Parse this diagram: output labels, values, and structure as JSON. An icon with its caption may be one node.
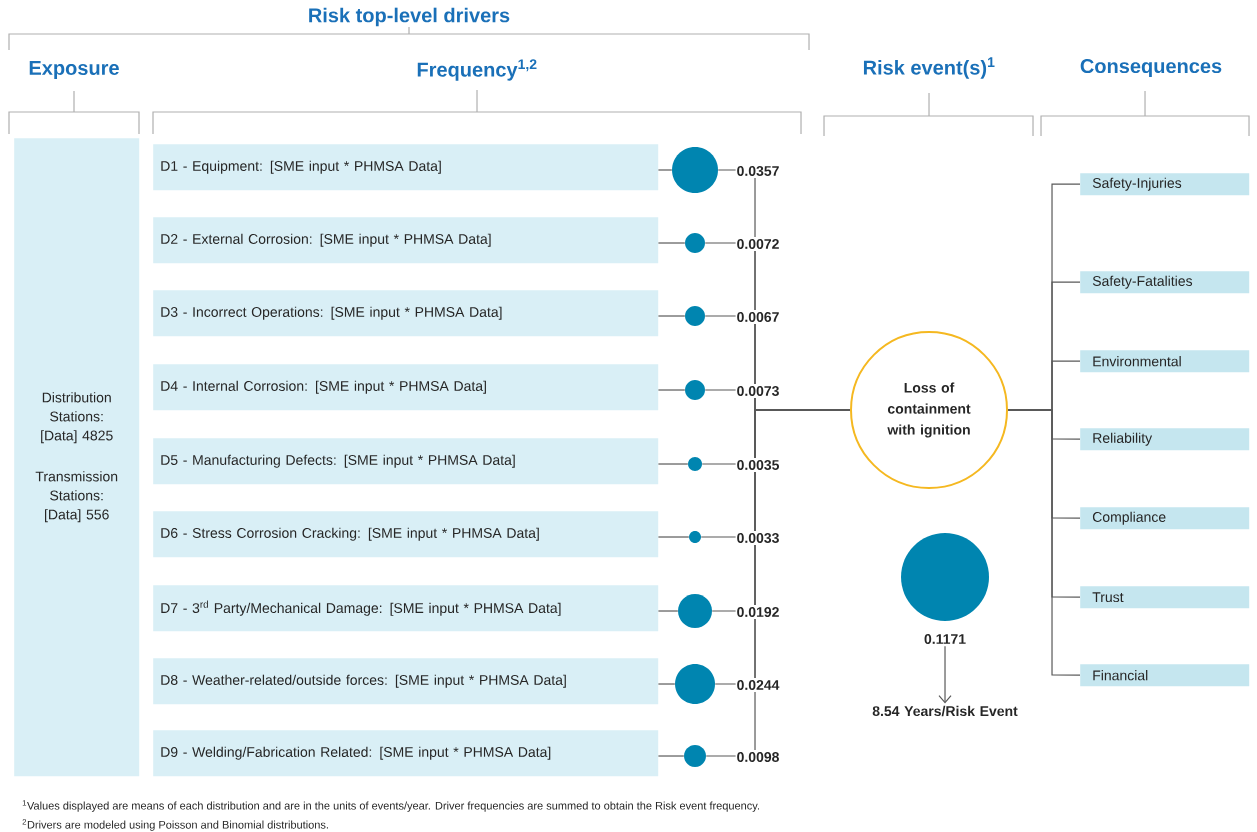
{
  "diagram": {
    "nodes": [
      {
        "text": [
          "Distribution Stations: [Data] 4825",
          "Transmission Stations: [Data] 556"
        ]
      },
      {
        "text": [
          "D1 - Equipment: [SME input * PHMSA Data]"
        ]
      },
      {
        "text": [
          "D2 - External Corrosion: [SME input * PHMSA Data]"
        ]
      },
      {
        "text": [
          "D3 - Incorrect Operations: [SME input * PHMSA Data]"
        ]
      },
      {
        "text": [
          "D4 - Internal Corrosion: [SME input * PHMSA Data]"
        ]
      },
      {
        "text": [
          "D5 - Manufacturing Defects: [SME input * PHMSA Data]"
        ]
      },
      {
        "text": [
          "D6 - Stress Corrosion Cracking: [SME input * PHMSA Data]"
        ]
      },
      {
        "text": [
          "D7 - 3$^{rd}$ Party/Mechanical Damage: [SME input * PHMSA Data]"
        ]
      },
      {
        "text": [
          "D8 - Weather-related/outside forces: [SME input * PHMSA Data]"
        ]
      },
      {
        "text": [
          "D9 - Welding/Fabrication Related: [SME input * PHMSA Data]"
        ]
      },
      {
        "text": [],
        "shape": "circle",
        "beside": [
          "0.0357"
        ]
      },
      {
        "text": [],
        "shape": "circle",
        "beside": [
          "0.0072"
        ]
      },
      {
        "text": [],
        "shape": "circle",
        "beside": [
          "0.0067"
        ]
      },
      {
        "text": [],
        "shape": "circle",
        "beside": [
          "0.0073"
        ]
      },
      {
        "text": [],
        "shape": "circle",
        "beside": [
          "0.0035"
        ]
      },
      {
        "text": [],
        "shape": "circle",
        "beside": [
          "0.0033"
        ]
      },
      {
        "text": [],
        "shape": "circle",
        "beside": [
          "0.0192"
        ]
      },
      {
        "text": [],
        "shape": "circle",
        "beside": [
          "0.0244"
        ]
      },
      {
        "text": [],
        "shape": "circle",
        "beside": [
          "0.0098"
        ]
      },
      {
        "text": [
          "Loss of containment with ignition"
        ]
      },
      {
        "text": [
          "Safety-Injuries"
        ]
      },
      {
        "text": [
          "Safety-Fatalities"
        ]
      },
      {
        "text": [
          "Environmental"
        ]
      },
      {
        "text": [
          "Reliability"
        ]
      },
      {
        "text": [
          "Compliance"
        ]
      },
      {
        "text": [
          "Trust"
        ]
      },
      {
        "text": [
          "Financial"
        ]
      },
      {
        "text": [],
        "shape": "circle"
      },
      {
        "text": [
          "0.1171"
        ]
      },
      {
        "text": [
          "8.54 Years/Risk Event"
        ]
      }
    ],
    "edges": [
      {
        "from": 1,
        "to": 10,
        "arrow": "none"
      },
      {
        "from": 2,
        "to": 11,
        "arrow": "none"
      },
      {
        "from": 3,
        "to": 12,
        "arrow": "none"
      },
      {
        "from": 4,
        "to": 13,
        "arrow": "none"
      },
      {
        "from": 5,
        "to": 14,
        "arrow": "none"
      },
      {
        "from": 6,
        "to": 15,
        "arrow": "none"
      },
      {
        "from": 7,
        "to": 16,
        "arrow": "none"
      },
      {
        "from": 8,
        "to": 17,
        "arrow": "none"
      },
      {
        "from": 9,
        "to": 18,
        "arrow": "none"
      },
      {
        "from": 10,
        "to": 19,
        "arrow": "none"
      },
      {
        "from": 11,
        "to": 19,
        "arrow": "none"
      },
      {
        "from": 12,
        "to": 19,
        "arrow": "none"
      },
      {
        "from": 13,
        "to": 19,
        "arrow": "none"
      },
      {
        "from": 14,
        "to": 19,
        "arrow": "none"
      },
      {
        "from": 15,
        "to": 19,
        "arrow": "none"
      },
      {
        "from": 16,
        "to": 19,
        "arrow": "none"
      },
      {
        "from": 17,
        "to": 19,
        "arrow": "none"
      },
      {
        "from": 18,
        "to": 19,
        "arrow": "none"
      },
      {
        "from": 19,
        "to": 20,
        "arrow": "none"
      },
      {
        "from": 19,
        "to": 21,
        "arrow": "none"
      },
      {
        "from": 19,
        "to": 22,
        "arrow": "none"
      },
      {
        "from": 19,
        "to": 23,
        "arrow": "none"
      },
      {
        "from": 19,
        "to": 24,
        "arrow": "none"
      },
      {
        "from": 19,
        "to": 25,
        "arrow": "none"
      },
      {
        "from": 19,
        "to": 26,
        "arrow": "none"
      },
      {
        "from": 28,
        "to": 29,
        "arrow": "to"
      }
    ],
    "labels": [
      "Risk top-level drivers",
      "Exposure",
      "Frequency$^{1,2}$",
      "Risk event(s)$^{1}$",
      "Consequences",
      "$^{1}$Values displayed are means of each distribution and are in the units of events/year. Driver frequencies are summed to obtain the Risk event frequency.",
      "$^{2}$Drivers are modeled using Poisson and Binomial distributions."
    ]
  }
}
